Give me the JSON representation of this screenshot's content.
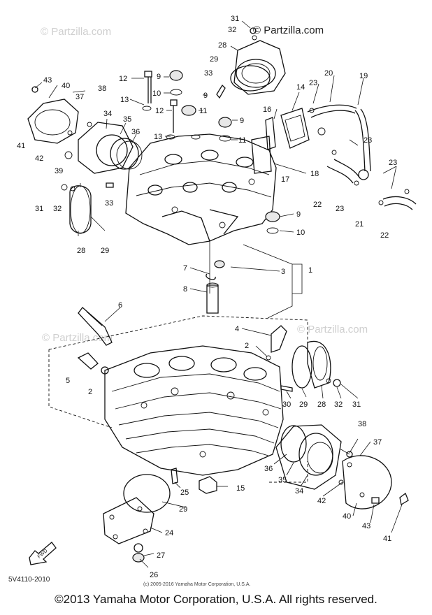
{
  "watermarks": {
    "text": "© Partzilla.com",
    "brand": "© Partzilla.com"
  },
  "diagram_code": "5V4110-2010",
  "credit": "(c) 2005-2016 Yamaha Motor Corporation, U.S.A.",
  "copyright": "©2013 Yamaha Motor Corporation, U.S.A. All rights reserved.",
  "arrow_label": "FWD",
  "callouts": {
    "c1": "1",
    "c2a": "2",
    "c2b": "2",
    "c3": "3",
    "c4": "4",
    "c5": "5",
    "c6": "6",
    "c7": "7",
    "c8": "8",
    "c9a": "9",
    "c9b": "9",
    "c9c": "9",
    "c9d": "9",
    "c10a": "10",
    "c10b": "10",
    "c11a": "11",
    "c11b": "11",
    "c12a": "12",
    "c12b": "12",
    "c13a": "13",
    "c13b": "13",
    "c14": "14",
    "c15": "15",
    "c16": "16",
    "c17": "17",
    "c18": "18",
    "c19": "19",
    "c20": "20",
    "c21": "21",
    "c22a": "22",
    "c22b": "22",
    "c23a": "23",
    "c23b": "23",
    "c23c": "23",
    "c23d": "23",
    "c24": "24",
    "c25": "25",
    "c26": "26",
    "c27": "27",
    "c28a": "28",
    "c28b": "28",
    "c28c": "28",
    "c29a": "29",
    "c29b": "29",
    "c29c": "29",
    "c29d": "29",
    "c30": "30",
    "c31a": "31",
    "c31b": "31",
    "c31c": "31",
    "c32a": "32",
    "c32b": "32",
    "c32c": "32",
    "c33a": "33",
    "c33b": "33",
    "c34a": "34",
    "c34b": "34",
    "c35a": "35",
    "c35b": "35",
    "c36a": "36",
    "c36b": "36",
    "c37a": "37",
    "c37b": "37",
    "c38a": "38",
    "c38b": "38",
    "c39": "39",
    "c40a": "40",
    "c40b": "40",
    "c41a": "41",
    "c41b": "41",
    "c42a": "42",
    "c42b": "42",
    "c43a": "43",
    "c43b": "43"
  }
}
